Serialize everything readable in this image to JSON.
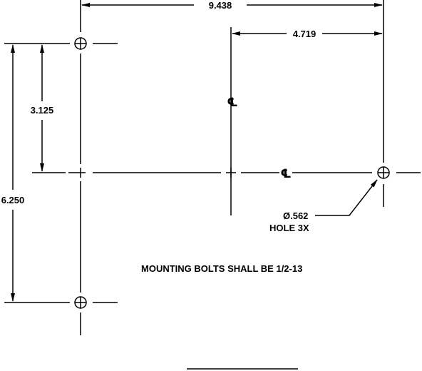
{
  "drawing": {
    "dimensions": {
      "overall_width": "9.438",
      "half_width": "4.719",
      "half_height": "3.125",
      "overall_height": "6.250"
    },
    "hole_callout": {
      "diameter": "Ø.562",
      "count": "HOLE 3X"
    },
    "centerline_symbol": "℄",
    "note": "MOUNTING BOLTS SHALL BE 1/2-13",
    "colors": {
      "line": "#000000",
      "background": "#ffffff"
    }
  }
}
